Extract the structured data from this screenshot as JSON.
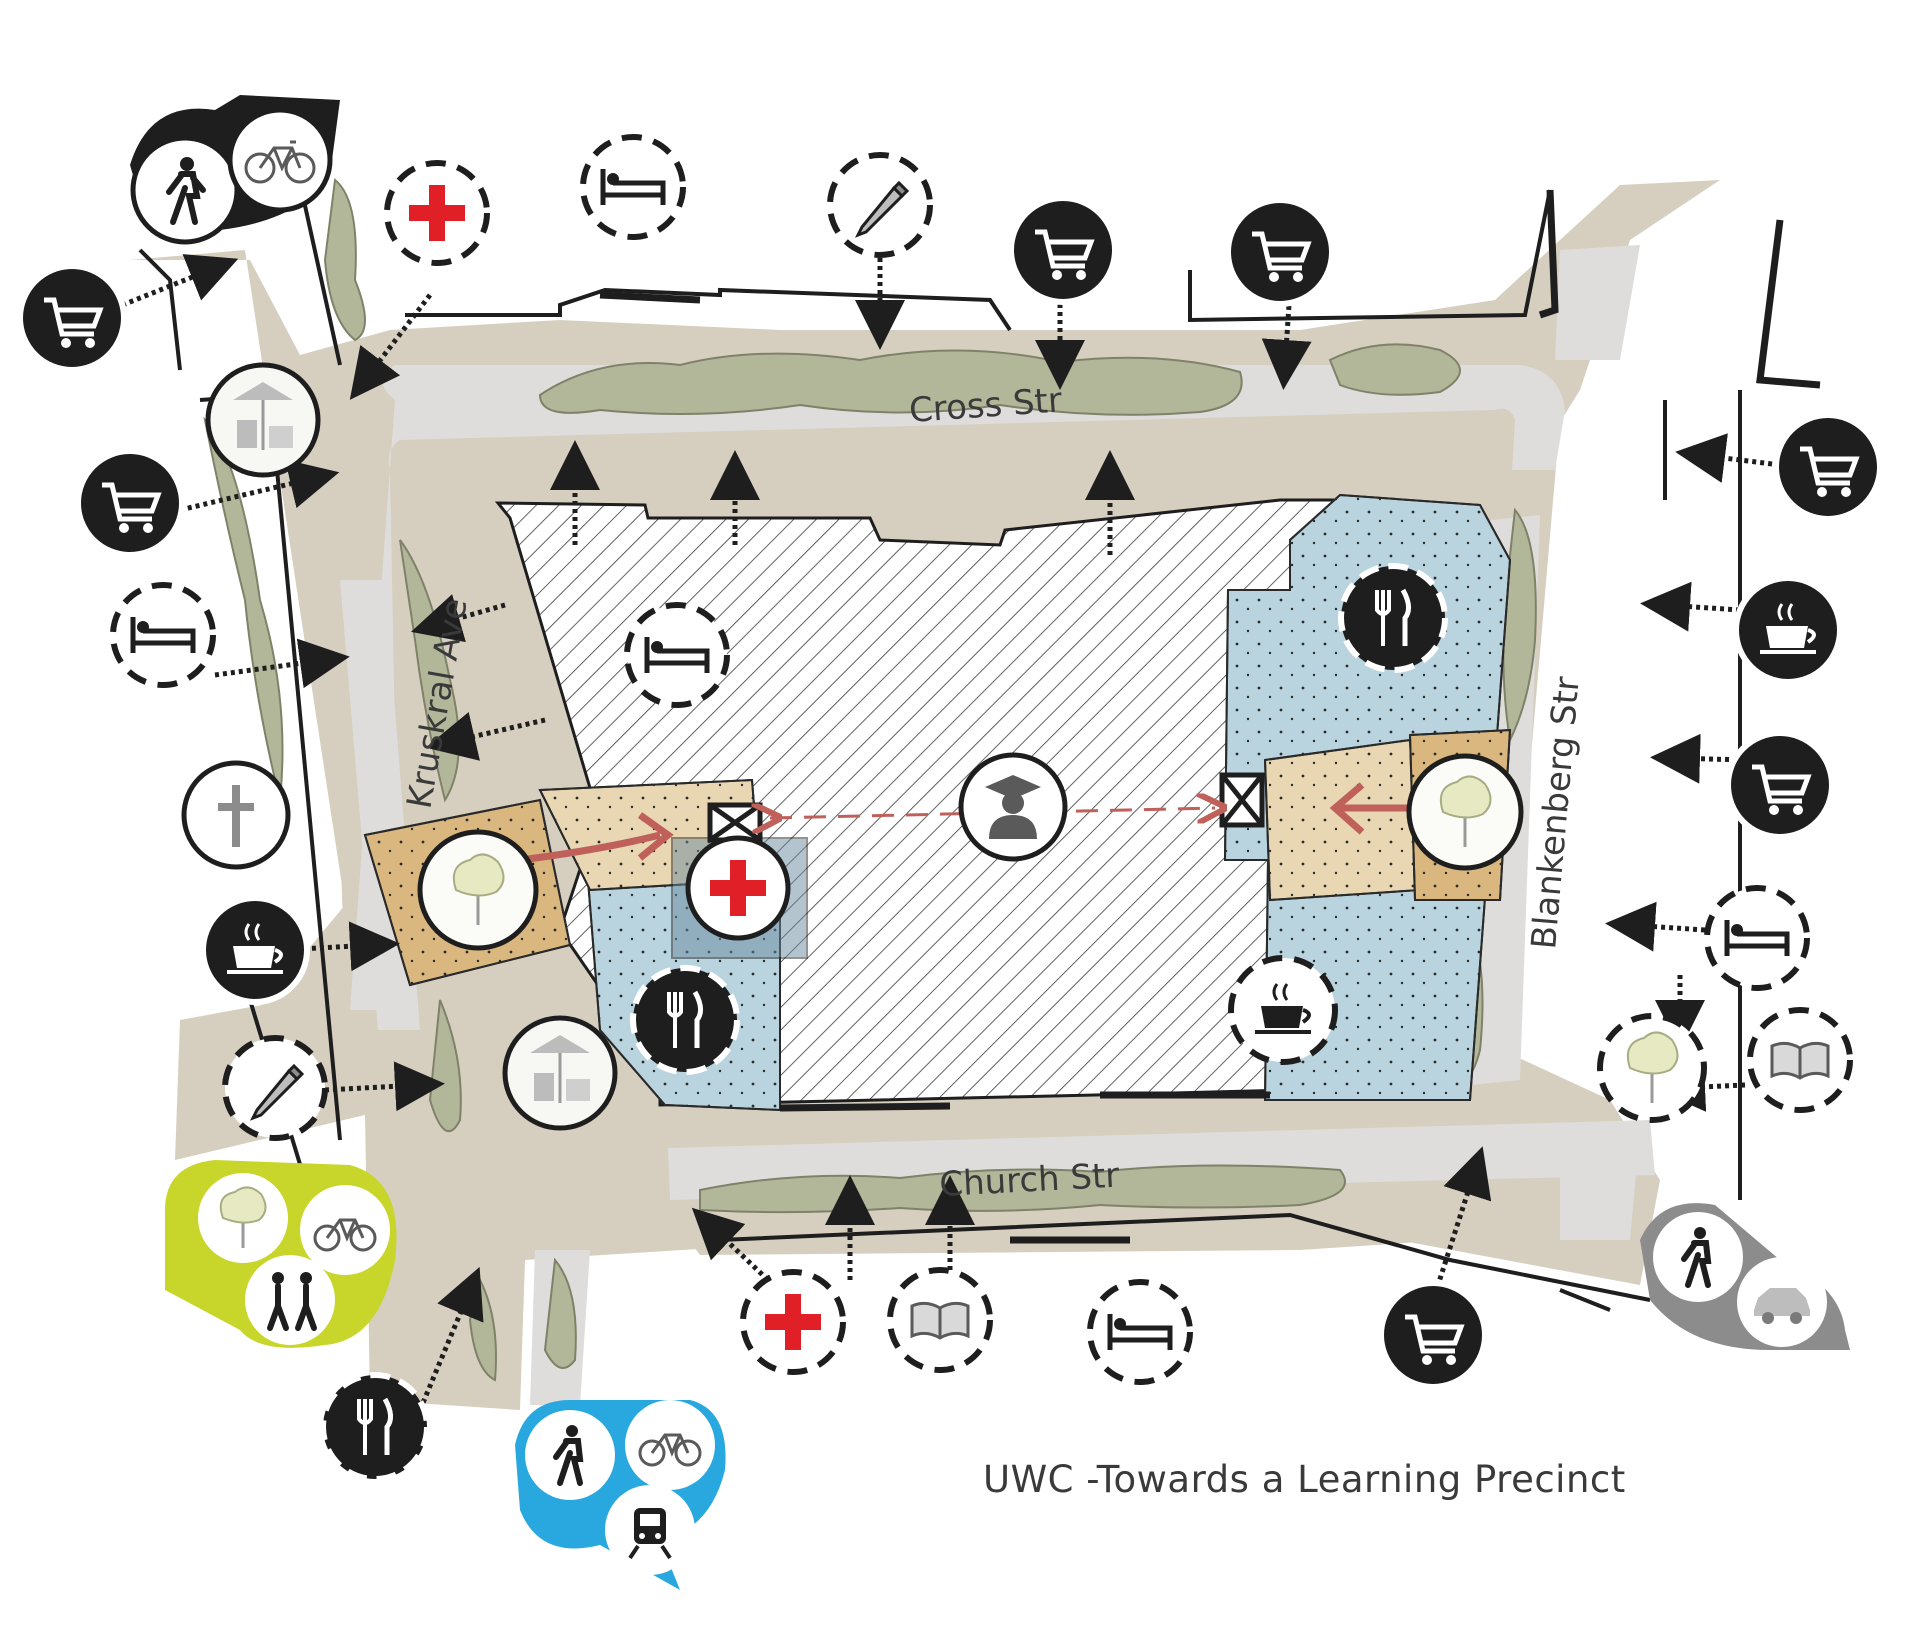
{
  "map": {
    "title": "UWC -Towards a Learning Precinct",
    "streets": {
      "north": "Cross Str",
      "south": "Church Str",
      "west": "Kruskral Ave",
      "east": "Blankenberg Str"
    },
    "colors": {
      "road": "#d6cfc0",
      "carriageway": "#dedddb",
      "building_hatch": "#3a3a3a",
      "courtyard_blue": "#b9d4de",
      "entrance_sand": "#e8d7b2",
      "entrance_ochre": "#d9b77e",
      "vegetation": "#b3b79a",
      "health_red": "#e11f26",
      "icon_black": "#1e1e1e",
      "node_lime": "#c8d62b",
      "node_blue": "#29a8df",
      "node_grey": "#8c8c8c",
      "axis_red": "#c0605a"
    },
    "legend_icons": [
      "shopping-cart-icon",
      "bed-icon",
      "pencil-icon",
      "health-cross-icon",
      "coffee-cup-icon",
      "cutlery-icon",
      "book-icon",
      "tree-icon",
      "church-cross-icon",
      "graduate-icon",
      "pedestrian-icon",
      "bicycle-icon",
      "car-icon",
      "train-icon",
      "market-umbrella-icon"
    ],
    "nodes": {
      "northwest": [
        "pedestrian-icon",
        "bicycle-icon"
      ],
      "southwest_lime": [
        "tree-icon",
        "bicycle-icon",
        "pedestrians-icon"
      ],
      "south_blue": [
        "pedestrian-icon",
        "bicycle-icon",
        "train-icon"
      ],
      "southeast_grey": [
        "pedestrian-icon",
        "car-icon"
      ]
    }
  }
}
